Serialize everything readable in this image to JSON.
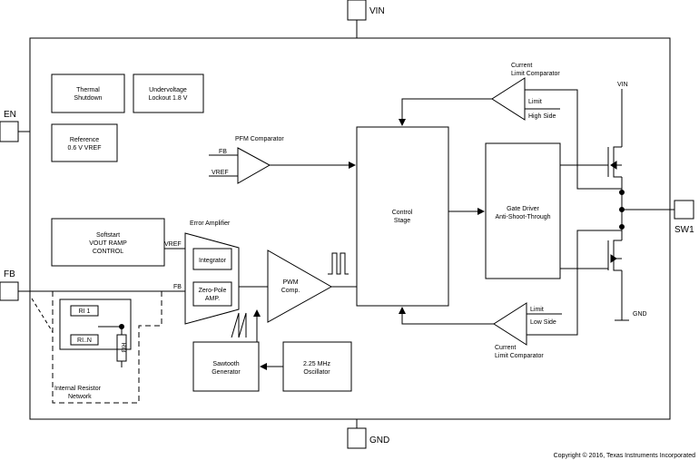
{
  "pins": {
    "vin": "VIN",
    "en": "EN",
    "fb": "FB",
    "sw1": "SW1",
    "gnd": "GND"
  },
  "blocks": {
    "thermal_shutdown": [
      "Thermal",
      "Shutdown"
    ],
    "undervoltage_lockout": [
      "Undervoltage",
      "Lockout 1.8 V"
    ],
    "reference": [
      "Reference",
      "0.6 V VREF"
    ],
    "softstart": [
      "Softstart",
      "VOUT RAMP",
      "CONTROL"
    ],
    "control_stage": [
      "Control",
      "Stage"
    ],
    "gate_driver": [
      "Gate Driver",
      "Anti-Shoot-Through"
    ],
    "sawtooth_generator": [
      "Sawtooth",
      "Generator"
    ],
    "oscillator": [
      "2.25 MHz",
      "Oscillator"
    ],
    "integrator": "Integrator",
    "zero_pole": [
      "Zero-Pole",
      "AMP."
    ],
    "pwm_comp": [
      "PWM",
      "Comp."
    ]
  },
  "labels": {
    "pfm_comparator": "PFM Comparator",
    "pfm_fb": "FB",
    "pfm_vref": "VREF",
    "error_amplifier": "Error Amplifier",
    "ea_vref": "VREF",
    "ea_fb": "FB",
    "current_limit_top": [
      "Current",
      "Limit Comparator"
    ],
    "limit_top": "Limit",
    "high_side": "High Side",
    "current_limit_bottom": [
      "Current",
      "Limit Comparator"
    ],
    "limit_bottom": "Limit",
    "low_side": "Low Side",
    "vin_fet": "VIN",
    "gnd_fet": "GND",
    "r1": "RI 1",
    "rn": "RI..N",
    "r3": "RI3",
    "internal_network": [
      "Internal Resistor",
      "Network"
    ]
  },
  "copyright": "Copyright © 2016, Texas Instruments Incorporated"
}
